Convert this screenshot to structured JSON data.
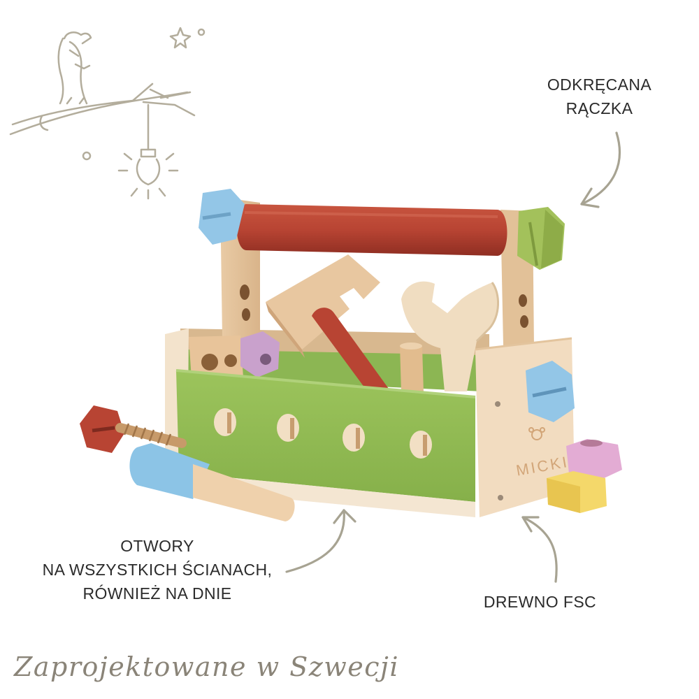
{
  "labels": {
    "handle": [
      "ODKRĘCANA",
      "RĄCZKA"
    ],
    "holes": [
      "OTWORY",
      "NA WSZYSTKICH ŚCIANACH,",
      "RÓWNIEŻ NA DNIE"
    ],
    "fsc": "DREWNO FSC"
  },
  "tagline": "Zaprojektowane w Szwecji",
  "brand_engraving": "MICKI",
  "colors": {
    "background": "#ffffff",
    "text": "#2b2b2b",
    "tagline": "#8a8478",
    "doodle": "#b3ad9c",
    "wood": "#ecd3b2",
    "green": "#93bd55",
    "red": "#b84433",
    "blue": "#8cc4e6",
    "olive": "#a3c15b",
    "lilac": "#cfa2cd",
    "pink": "#e3acd4",
    "yellow": "#f4d86a"
  }
}
